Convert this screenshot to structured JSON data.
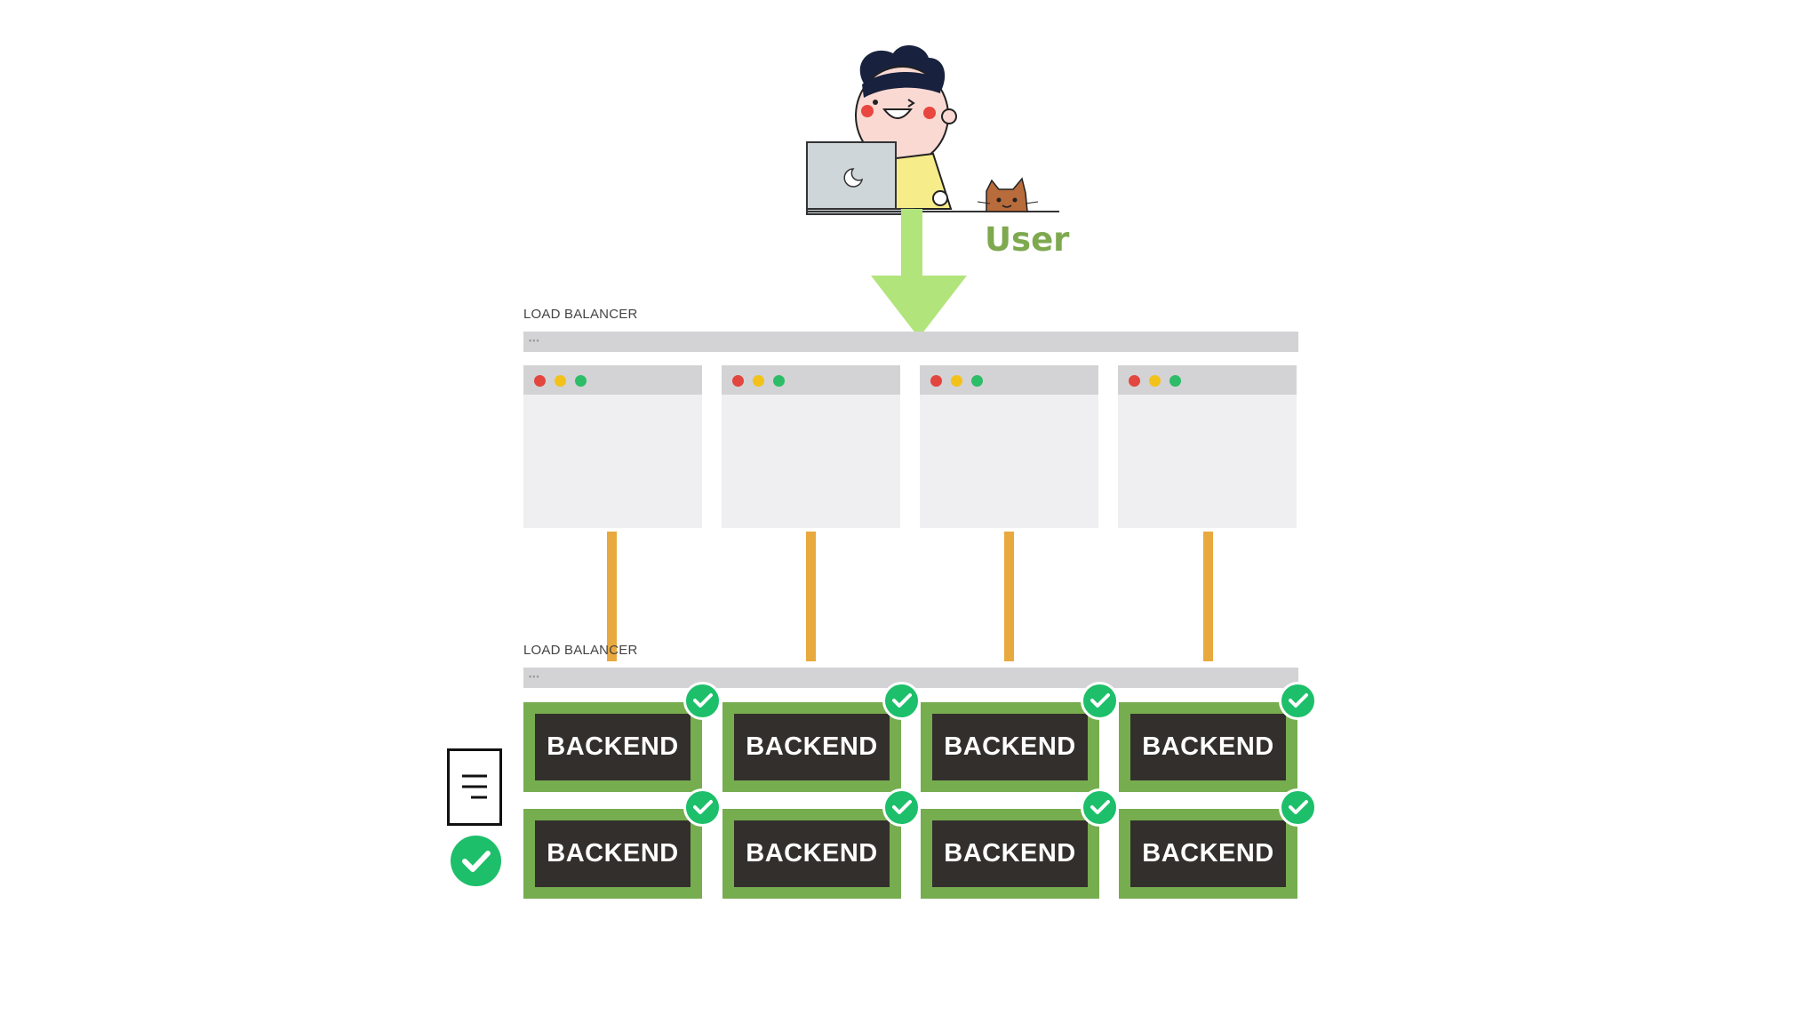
{
  "user": {
    "label": "User"
  },
  "load_balancers": [
    {
      "label": "LOAD BALANCER",
      "dots": "▪▪▪"
    },
    {
      "label": "LOAD BALANCER",
      "dots": "▪▪▪"
    }
  ],
  "frontend_windows": [
    {
      "dots": [
        "#e2463f",
        "#f2c21b",
        "#2dbd68"
      ]
    },
    {
      "dots": [
        "#e2463f",
        "#f2c21b",
        "#2dbd68"
      ]
    },
    {
      "dots": [
        "#e2463f",
        "#f2c21b",
        "#2dbd68"
      ]
    },
    {
      "dots": [
        "#e2463f",
        "#f2c21b",
        "#2dbd68"
      ]
    }
  ],
  "backends": [
    {
      "label": "BACKEND",
      "status": "healthy"
    },
    {
      "label": "BACKEND",
      "status": "healthy"
    },
    {
      "label": "BACKEND",
      "status": "healthy"
    },
    {
      "label": "BACKEND",
      "status": "healthy"
    },
    {
      "label": "BACKEND",
      "status": "healthy"
    },
    {
      "label": "BACKEND",
      "status": "healthy"
    },
    {
      "label": "BACKEND",
      "status": "healthy"
    },
    {
      "label": "BACKEND",
      "status": "healthy"
    }
  ],
  "icons": {
    "user": "person-with-laptop-icon",
    "cat": "cat-icon",
    "arrow": "arrow-down-icon",
    "log": "document-icon",
    "health": "check-circle-icon"
  },
  "colors": {
    "arrow": "#b2e47c",
    "user_label": "#7ea94f",
    "backend_border": "#76ad4f",
    "backend_fill": "#332f2c",
    "connector": "#e8a93f",
    "check": "#1dbf6a"
  }
}
